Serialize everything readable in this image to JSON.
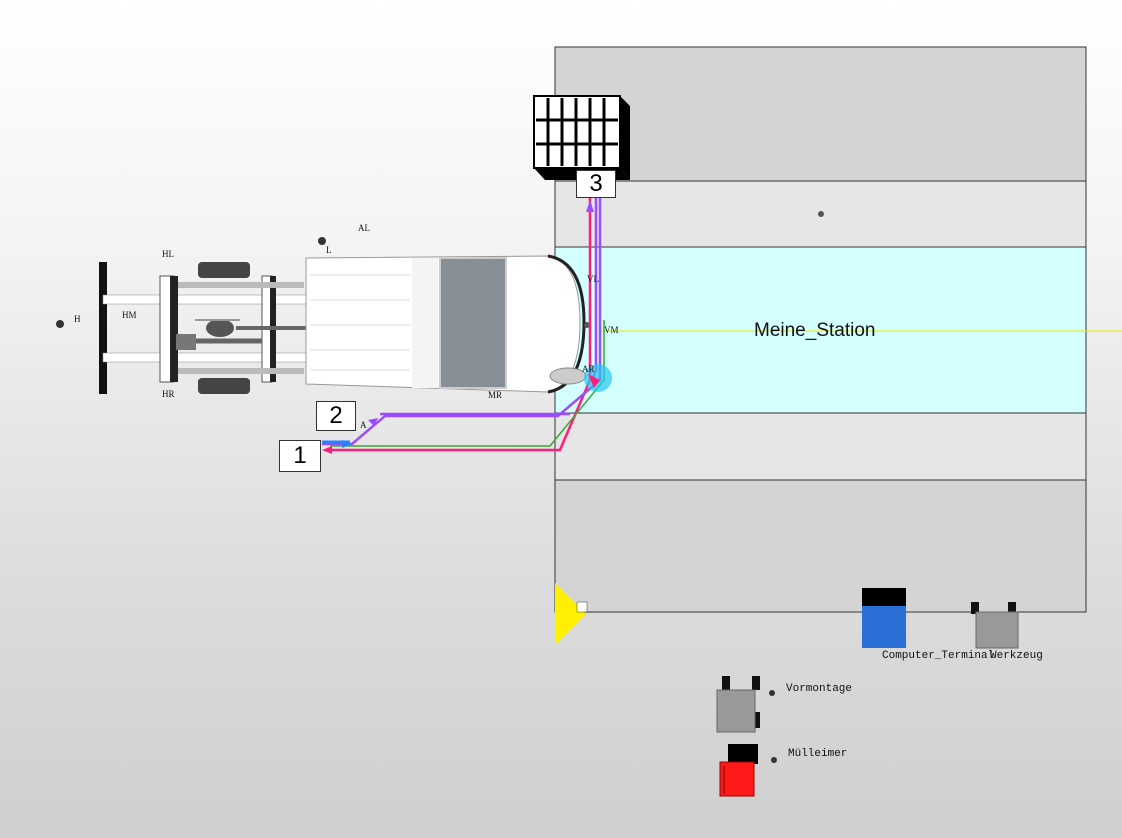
{
  "station": {
    "name": "Meine_Station"
  },
  "markers": {
    "m1": "1",
    "m2": "2",
    "m3": "3"
  },
  "objects": {
    "computer": "Computer_Terminal",
    "werkzeug": "Werkzeug",
    "vormontage": "Vormontage",
    "muelleimer": "Mülleimer"
  },
  "vehicle_labels": {
    "h": "H",
    "hm": "HM",
    "hl": "HL",
    "hr": "HR",
    "l": "L",
    "al": "AL",
    "vl": "VL",
    "vm": "VM",
    "mr": "MR",
    "a": "A",
    "ar": "AR"
  },
  "colors": {
    "station_band": "#d4ffff",
    "panel": "#d4d4d4",
    "panel_light": "#e6e6e6",
    "path_magenta": "#ff1f7a",
    "path_purple": "#9a4dff",
    "path_green": "#3aa83a",
    "path_blue": "#2a7fff",
    "cursor_yellow": "#ffef00",
    "terminal_blue": "#2a6fd6",
    "trash_red": "#ff1a1a"
  }
}
